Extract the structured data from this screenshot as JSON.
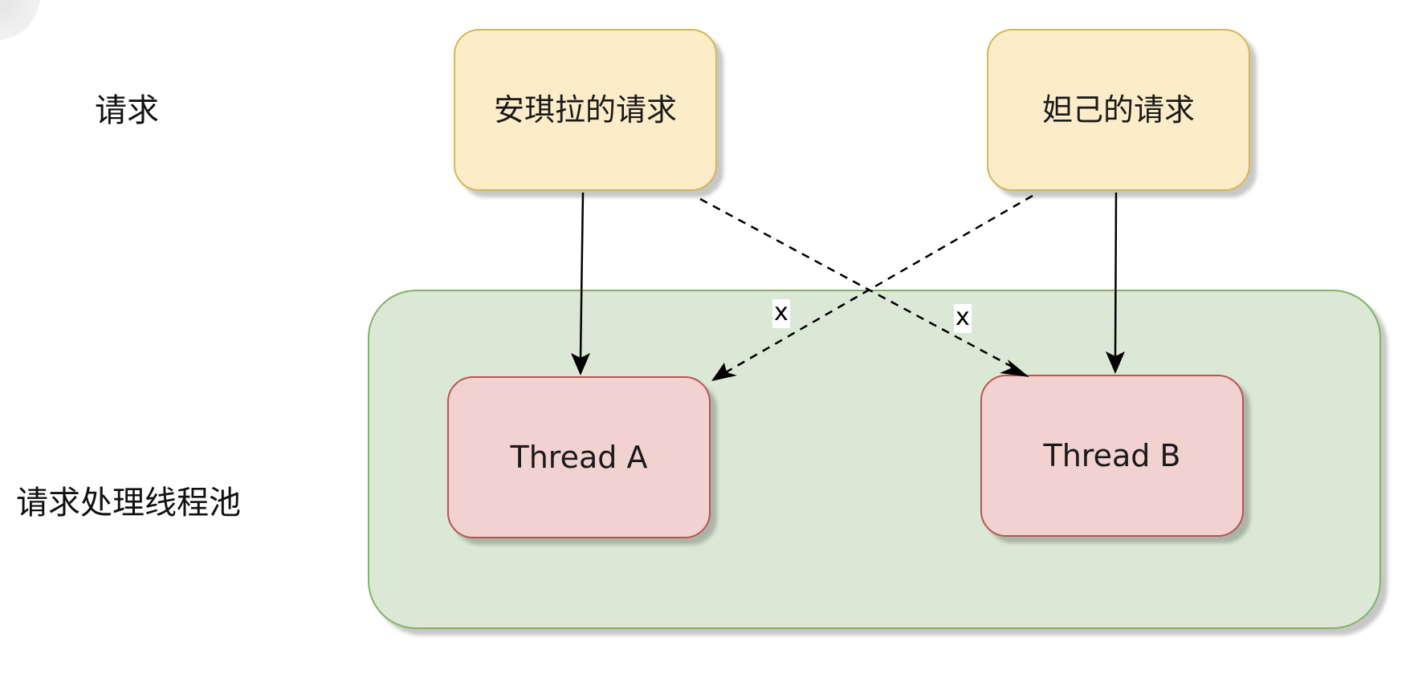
{
  "rows": {
    "request_label": "请求",
    "pool_label": "请求处理线程池"
  },
  "requests": [
    {
      "label": "安琪拉的请求"
    },
    {
      "label": "妲己的请求"
    }
  ],
  "threads": [
    {
      "label": "Thread A"
    },
    {
      "label": "Thread B"
    }
  ],
  "cross_marks": [
    "x",
    "x"
  ],
  "colors": {
    "request_fill": "#fcecc8",
    "request_stroke": "#d6b656",
    "thread_fill": "#f2d1d1",
    "thread_stroke": "#b85450",
    "pool_fill": "#dbe8d6",
    "pool_stroke": "#82b366"
  }
}
